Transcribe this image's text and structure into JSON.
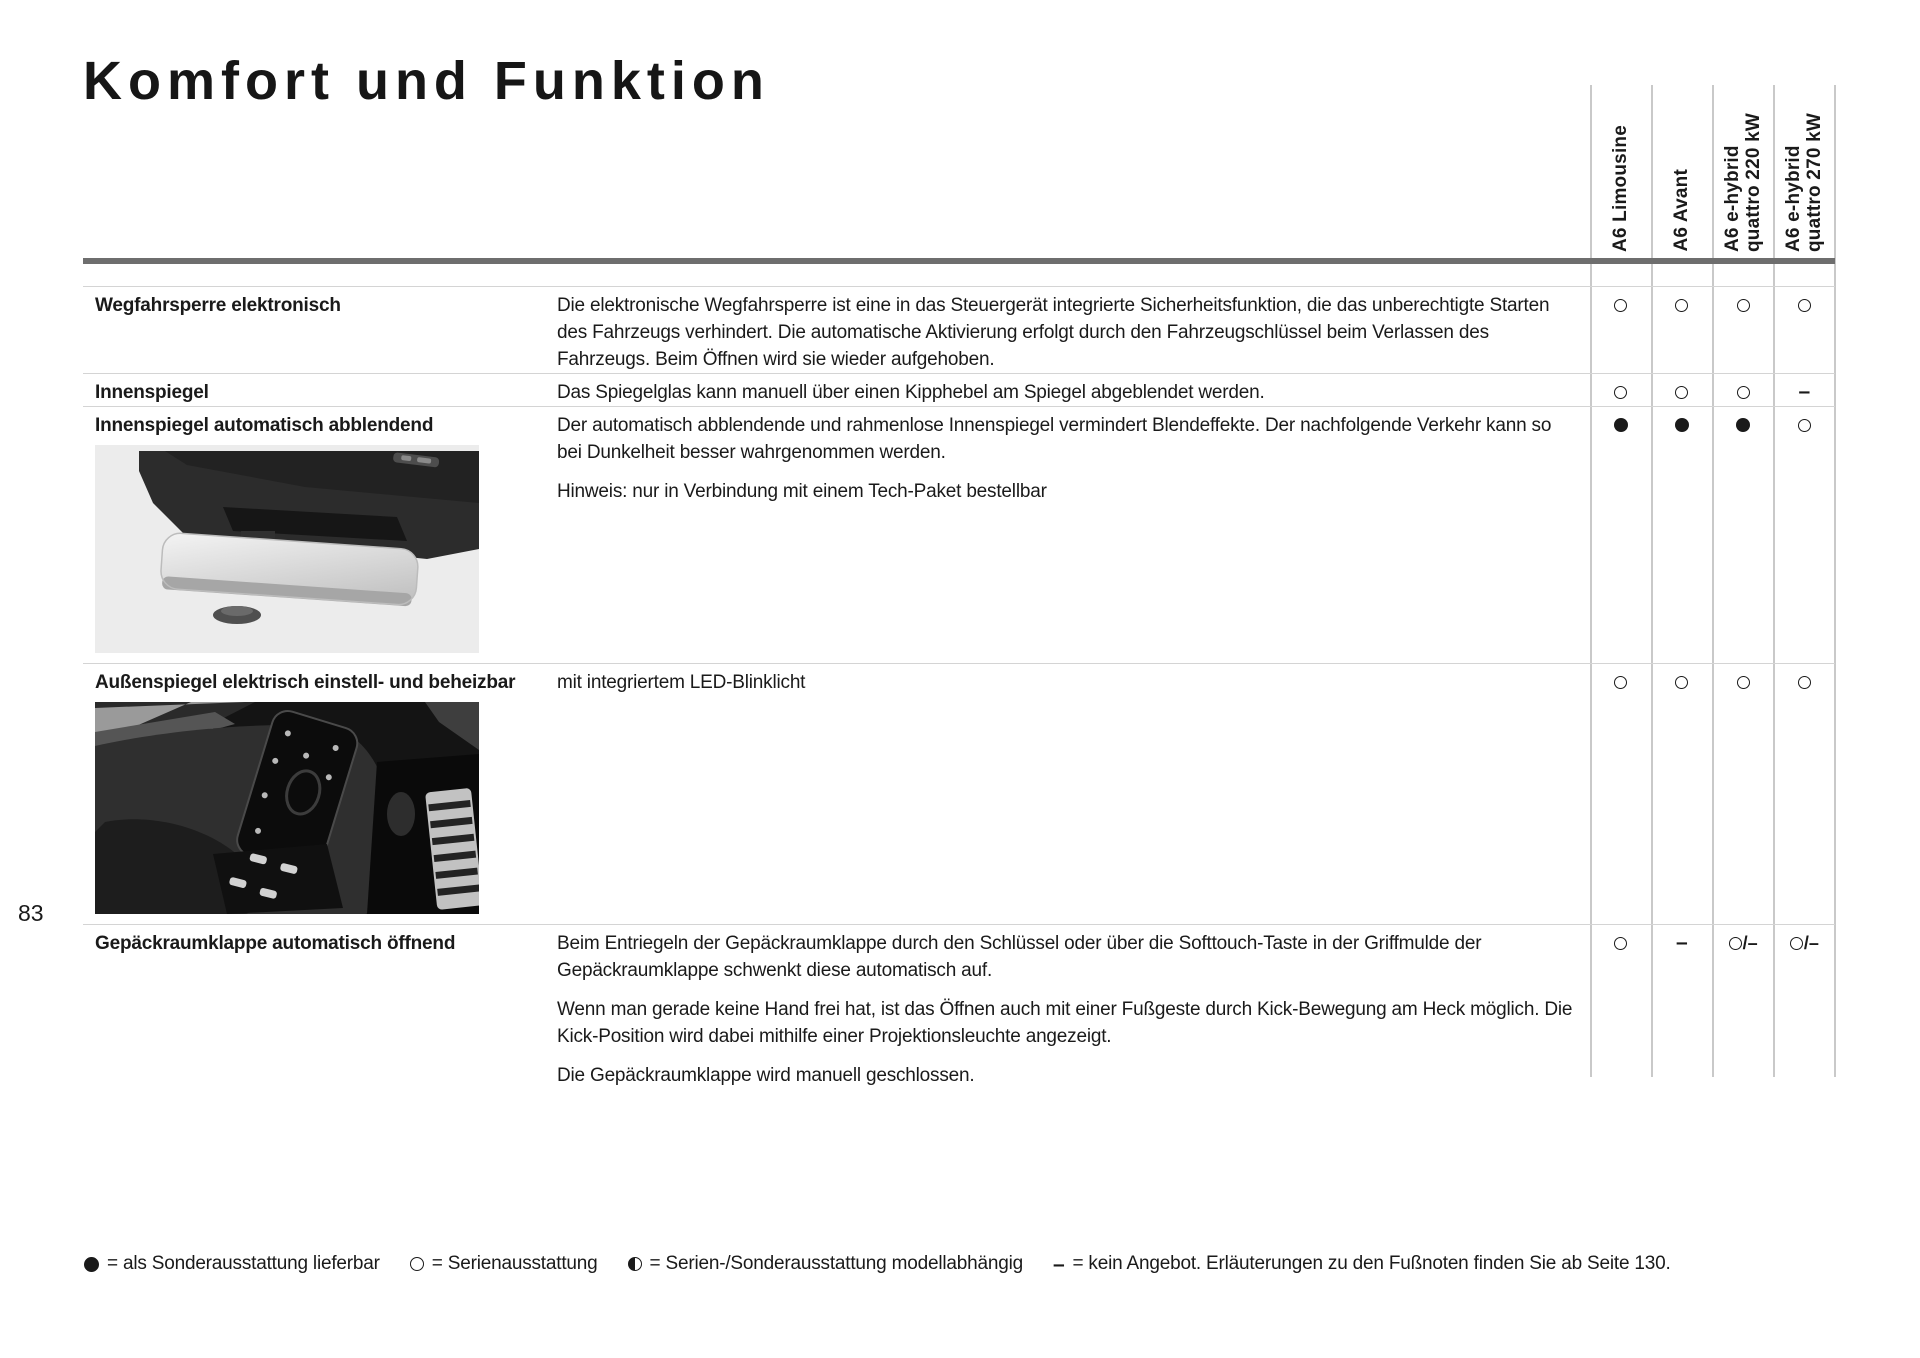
{
  "page": {
    "title": "Komfort und Funktion",
    "page_number": "83"
  },
  "table": {
    "columns": [
      "A6 Limousine",
      "A6 Avant",
      "A6 e-hybrid\nquattro 220 kW",
      "A6 e-hybrid\nquattro 270 kW"
    ],
    "rows": [
      {
        "label": "Wegfahrsperre elektronisch",
        "paragraphs": [
          "Die elektronische Wegfahrsperre ist eine in das Steuergerät integrierte Sicherheitsfunktion, die das unberechtigte Starten des Fahrzeugs verhindert. Die automatische Aktivierung erfolgt durch den Fahrzeugschlüssel beim Verlassen des Fahrzeugs. Beim Öffnen wird sie wieder aufgehoben."
        ],
        "symbols": [
          "O",
          "O",
          "O",
          "O"
        ],
        "image": null
      },
      {
        "label": "Innenspiegel",
        "paragraphs": [
          "Das Spiegelglas kann manuell über einen Kipphebel am Spiegel abgeblendet werden."
        ],
        "symbols": [
          "O",
          "O",
          "O",
          "–"
        ],
        "image": null
      },
      {
        "label": "Innenspiegel automatisch abblendend",
        "paragraphs": [
          "Der automatisch abblendende und rahmenlose Innenspiegel vermindert Blendeffekte. Der nachfolgende Verkehr kann so bei Dunkelheit besser wahrgenommen werden.",
          "Hinweis: nur in Verbindung mit einem Tech-Paket bestellbar"
        ],
        "symbols": [
          "●",
          "●",
          "●",
          "O"
        ],
        "image": "mirror"
      },
      {
        "label": "Außenspiegel elektrisch einstell- und beheizbar",
        "paragraphs": [
          "mit integriertem LED-Blinklicht"
        ],
        "symbols": [
          "O",
          "O",
          "O",
          "O"
        ],
        "image": "door"
      },
      {
        "label": "Gepäckraumklappe automatisch öffnend",
        "paragraphs": [
          "Beim Entriegeln der Gepäckraumklappe durch den Schlüssel oder über die Softtouch-Taste in der Griffmulde der Gepäckraumklappe schwenkt diese automatisch auf.",
          "Wenn man gerade keine Hand frei hat, ist das Öffnen auch mit einer Fußgeste durch Kick-Bewegung am Heck möglich. Die Kick-Position wird dabei mithilfe einer Projektionsleuchte angezeigt.",
          "Die Gepäckraumklappe wird manuell geschlossen."
        ],
        "symbols": [
          "O",
          "–",
          "O/–",
          "O/–"
        ],
        "image": null
      }
    ]
  },
  "legend": {
    "items": [
      {
        "symbol": "filled-circle",
        "text": "= als Sonderausstattung lieferbar"
      },
      {
        "symbol": "open-circle",
        "text": "= Serienausstattung"
      },
      {
        "symbol": "half-circle",
        "text": "= Serien-/Sonderausstattung modellabhängig"
      },
      {
        "symbol": "dash",
        "text": "= kein Angebot. Erläuterungen zu den Fußnoten finden Sie ab Seite 130."
      }
    ]
  }
}
